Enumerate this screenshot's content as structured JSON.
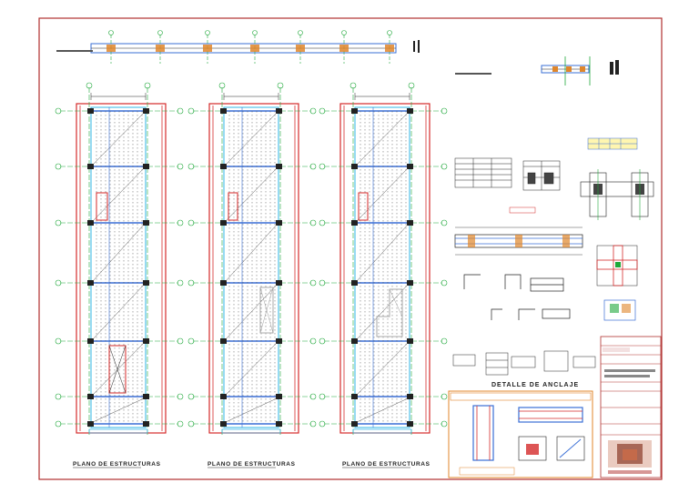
{
  "sheet": {
    "plans": [
      {
        "title": "PLANO DE ESTRUCTURAS"
      },
      {
        "title": "PLANO DE ESTRUCTURAS"
      },
      {
        "title": "PLANO DE ESTRUCTURAS"
      }
    ],
    "detail_title": "DETALLE DE ANCLAJE"
  },
  "colors": {
    "border": "#b0302e",
    "beam_blue": "#3a6fd6",
    "cyan": "#2fb4e6",
    "red": "#d42a2a",
    "green": "#1fa83a",
    "orange": "#e0862a",
    "dark": "#222222"
  }
}
